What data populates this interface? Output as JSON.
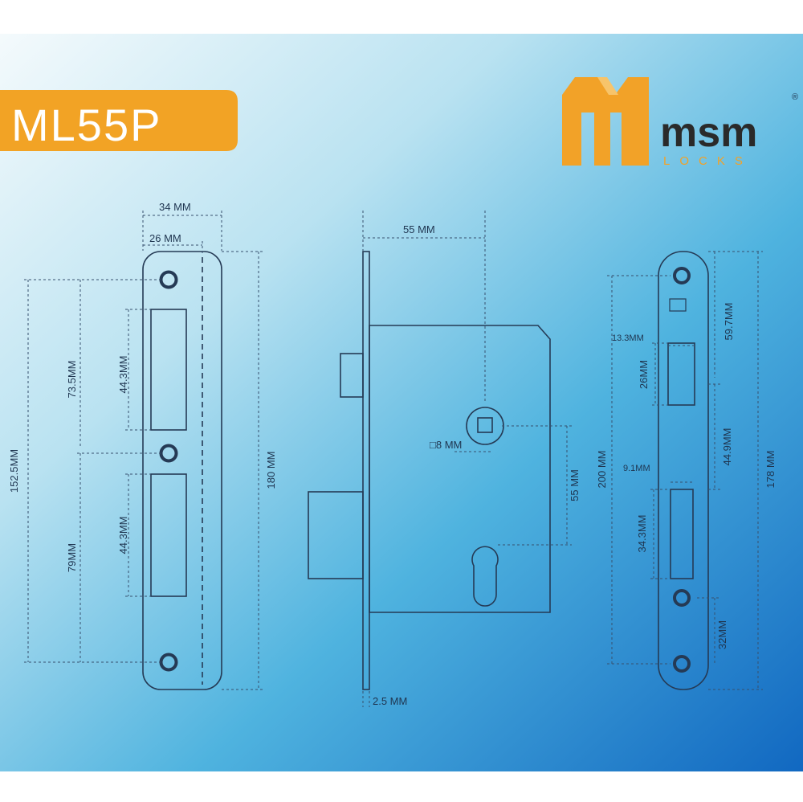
{
  "title": "ML55P",
  "brand": {
    "name": "msm",
    "sub": "LOCKS",
    "mark": "®"
  },
  "colors": {
    "title_bg": "#f2a325",
    "logo_orange": "#f2a228",
    "line": "#253a55",
    "bg_light": "#eef7fb",
    "bg_dark": "#1e74c4"
  },
  "front_plate": {
    "width_outer": "34 MM",
    "width_inner": "26 MM",
    "height_total": "180 MM",
    "hole_spacing": "152.5MM",
    "upper_offset": "73.5MM",
    "lower_offset": "79MM",
    "upper_slot": "44.3MM",
    "lower_slot": "44.3MM"
  },
  "lock_body": {
    "backset": "55 MM",
    "spindle": "□8 MM",
    "center_distance": "55 MM",
    "plate_thickness": "2.5 MM"
  },
  "strike_plate": {
    "height_total": "200 MM",
    "hole_spacing": "178 MM",
    "top_offset": "59.7MM",
    "upper_slot_width": "13.3MM",
    "upper_slot_height": "26MM",
    "middle_offset": "44.9MM",
    "lower_slot_width": "9.1MM",
    "lower_slot_height": "34.3MM",
    "bottom_offset": "32MM"
  }
}
